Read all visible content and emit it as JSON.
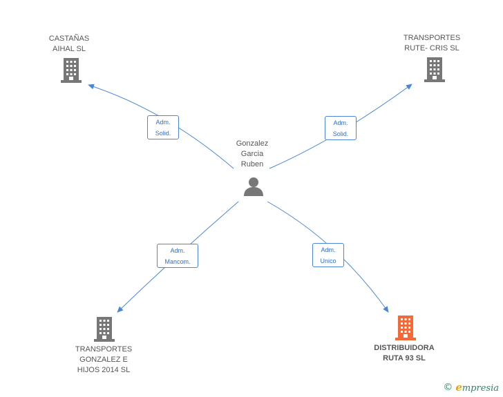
{
  "center_person": {
    "name_lines": [
      "Gonzalez",
      "Garcia",
      "Ruben"
    ],
    "icon": "person-icon"
  },
  "companies": {
    "top_left": {
      "lines": [
        "CASTAÑAS",
        "AIHAL  SL"
      ],
      "icon": "building-icon",
      "color": "#777777"
    },
    "top_right": {
      "lines": [
        "TRANSPORTES",
        "RUTE- CRIS SL"
      ],
      "icon": "building-icon",
      "color": "#777777"
    },
    "bottom_left": {
      "lines": [
        "TRANSPORTES",
        "GONZALEZ E",
        "HIJOS 2014  SL"
      ],
      "icon": "building-icon",
      "color": "#777777"
    },
    "bottom_right": {
      "lines": [
        "DISTRIBUIDORA",
        "RUTA 93 SL"
      ],
      "icon": "building-icon",
      "color": "#f26a3a"
    }
  },
  "relations": {
    "top_left": [
      "Adm.",
      "Solid."
    ],
    "top_right": [
      "Adm.",
      "Solid."
    ],
    "bottom_left": [
      "Adm.",
      "Mancom."
    ],
    "bottom_right": [
      "Adm.",
      "Unico"
    ]
  },
  "footer": {
    "copyright": "©",
    "brand_initial": "e",
    "brand_rest": "mpresia"
  },
  "colors": {
    "edge": "#4a86d8",
    "icon_gray": "#777777",
    "icon_highlight": "#f26a3a"
  }
}
